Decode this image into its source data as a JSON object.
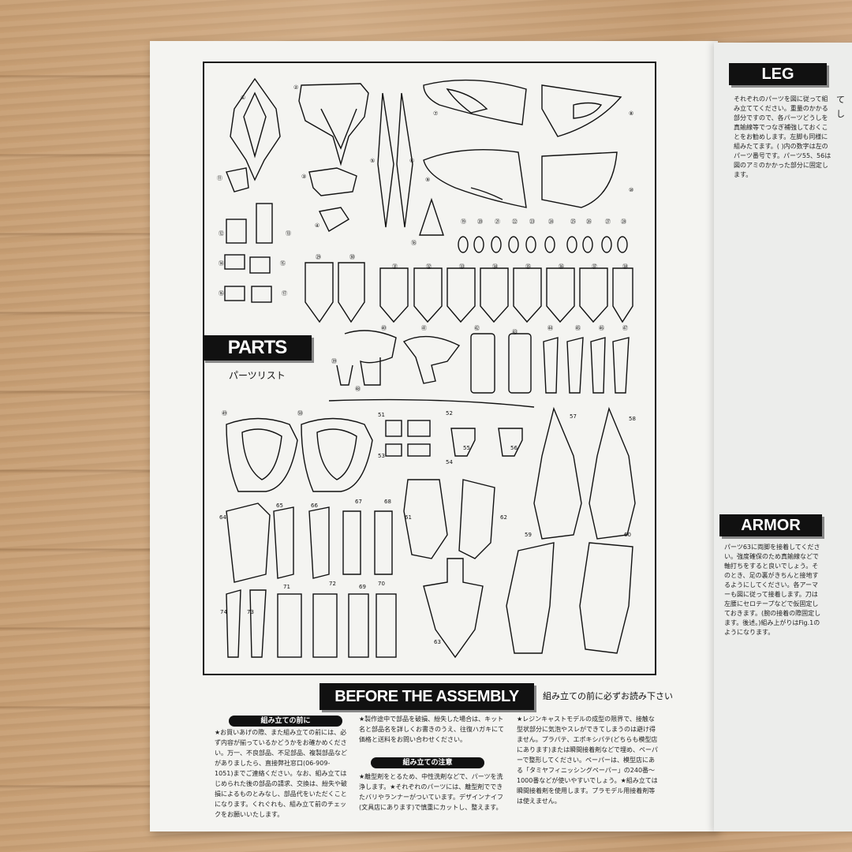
{
  "parts_section": {
    "title": "PARTS",
    "subtitle": "パーツリスト"
  },
  "assembly_section": {
    "title": "BEFORE THE ASSEMBLY",
    "note": "組み立ての前に必ずお読み下さい"
  },
  "col1": {
    "heading": "組み立ての前に",
    "text": "★お買いあげの際、また組み立ての前には、必ず内容が揃っているかどうかをお確かめください。万一、不良部品、不足部品、複製部品などがありましたら、直接弊社窓口(06-909-1051)までご連絡ください。なお、組み立てはじめられた後の部品の請求、交換は、紛失や破損によるものとみなし、部品代をいただくことになります。くれぐれも、組み立て前のチェックをお願いいたします。"
  },
  "col2": {
    "intro": "★製作途中で部品を破損、紛失した場合は、キット名と部品名を詳しくお書きのうえ、往復ハガキにて価格と送料をお問い合わせください。",
    "heading": "組み立ての注意",
    "text": "★離型剤をとるため、中性洗剤などで、パーツを洗浄します。★それぞれのパーツには、離型剤でできたバリやランナーがついています。デザインナイフ(文具店にあります)で慎重にカットし、整えます。"
  },
  "col3": {
    "text": "★レジンキャストモデルの成型の限界で、接触な型状部分に気泡やスレができてしまうのは避け得ません。プラパテ、エポキシパテ(どちらも模型店にあります)または瞬間接着剤などで埋め、ペーパーで整形してください。ペーパーは、模型店にある「タミヤフィニッシングペーパー」の240番～1000番などが使いやすいでしょう。★組み立ては瞬間接着剤を使用します。プラモデル用接着剤等は使えません。"
  },
  "leg_section": {
    "title": "LEG",
    "text": "それぞれのパーツを図に従って組み立ててください。重量のかかる部分ですので、各パーツどうしを真鍮線等でつなぎ補強しておくことをお勧めします。左脚も同様に組みたてます。( )内の数字は左のパーツ番号です。パーツ55、56は図のアミのかかった部分に固定します。",
    "edge_text": "て\nし"
  },
  "armor_section": {
    "title": "ARMOR",
    "text": "パーツ63に両脚を接着してください。強度確保のため真鍮線などで軸打ちをすると良いでしょう。そのとき、足の裏がきちんと接地するようにしてください。各アーマーも図に従って接着します。刀は左腰にセロテープなどで仮固定しておきます。(腕の接着の際固定します。後述。)組み上がりはFig.1のようになります。"
  },
  "part_numbers": [
    "①",
    "②",
    "③",
    "④",
    "⑤",
    "⑥",
    "⑦",
    "⑧",
    "⑨",
    "⑩",
    "⑪",
    "⑫",
    "⑬",
    "⑭",
    "⑮",
    "⑯",
    "⑰",
    "⑱",
    "⑲",
    "⑳",
    "㉑",
    "㉒",
    "㉓",
    "㉔",
    "㉕",
    "㉖",
    "㉗",
    "㉘",
    "㉙",
    "㉚",
    "㉛",
    "㉜",
    "㉝",
    "㉞",
    "㉟",
    "㊱",
    "㊲",
    "㊳",
    "㊴",
    "㊵",
    "㊶",
    "㊷",
    "㊸",
    "㊹",
    "㊺",
    "㊻",
    "㊼",
    "㊽",
    "㊾",
    "㊿",
    "51",
    "52",
    "53",
    "54",
    "55",
    "56",
    "57",
    "58",
    "59",
    "60",
    "61",
    "62",
    "63",
    "64",
    "65",
    "66",
    "67",
    "68",
    "69",
    "70",
    "71",
    "72",
    "73",
    "74"
  ]
}
